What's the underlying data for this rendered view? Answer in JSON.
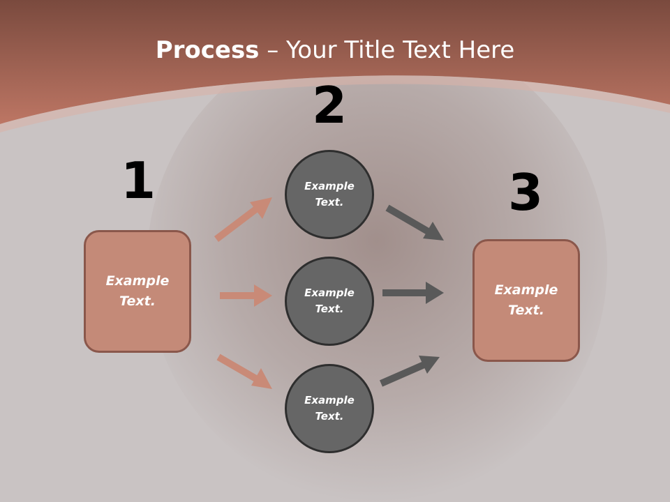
{
  "title": {
    "bold": "Process",
    "rest": " – Your Title Text Here"
  },
  "steps": [
    {
      "number": "1",
      "text": "Example Text."
    },
    {
      "number": "2"
    },
    {
      "number": "3",
      "text": "Example Text."
    }
  ],
  "circles": [
    {
      "text": "Example Text."
    },
    {
      "text": "Example Text."
    },
    {
      "text": "Example Text."
    }
  ],
  "colors": {
    "header": "#b46b5a",
    "box_fill": "#c48a78",
    "box_border": "#8a574b",
    "circle_fill": "#666666",
    "circle_border": "#2e2e2e",
    "arrow_left": "#c98a77",
    "arrow_right": "#595959"
  }
}
